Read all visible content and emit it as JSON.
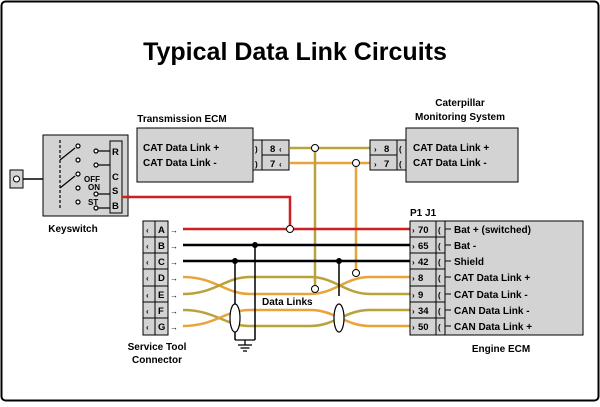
{
  "title": "Typical Data Link Circuits",
  "colors": {
    "red": "#cc1f1f",
    "orange": "#e8a33a",
    "olive": "#b9a23c",
    "box_fill": "#d3d3d3",
    "black": "#000000"
  },
  "keyswitch": {
    "label": "Keyswitch",
    "terminals": [
      "R",
      "C",
      "S",
      "B"
    ],
    "positions": [
      "OFF",
      "ON",
      "ST"
    ]
  },
  "transmission_ecm": {
    "title": "Transmission ECM",
    "lines": [
      "CAT Data Link +",
      "CAT Data Link -"
    ],
    "pins": [
      "8",
      "7"
    ]
  },
  "cms": {
    "title_line1": "Caterpillar",
    "title_line2": "Monitoring System",
    "lines": [
      "CAT Data Link +",
      "CAT Data Link -"
    ],
    "pins": [
      "8",
      "7"
    ]
  },
  "service_tool": {
    "label_line1": "Service Tool",
    "label_line2": "Connector",
    "pins": [
      "A",
      "B",
      "C",
      "D",
      "E",
      "F",
      "G"
    ]
  },
  "engine_ecm": {
    "header": "P1 J1",
    "label": "Engine ECM",
    "pins": [
      "70",
      "65",
      "42",
      "8",
      "9",
      "34",
      "50"
    ],
    "signals": [
      "Bat + (switched)",
      "Bat -",
      "Shield",
      "CAT Data Link +",
      "CAT Data Link -",
      "CAN Data Link -",
      "CAN Data Link +"
    ]
  },
  "data_links_label": "Data Links"
}
